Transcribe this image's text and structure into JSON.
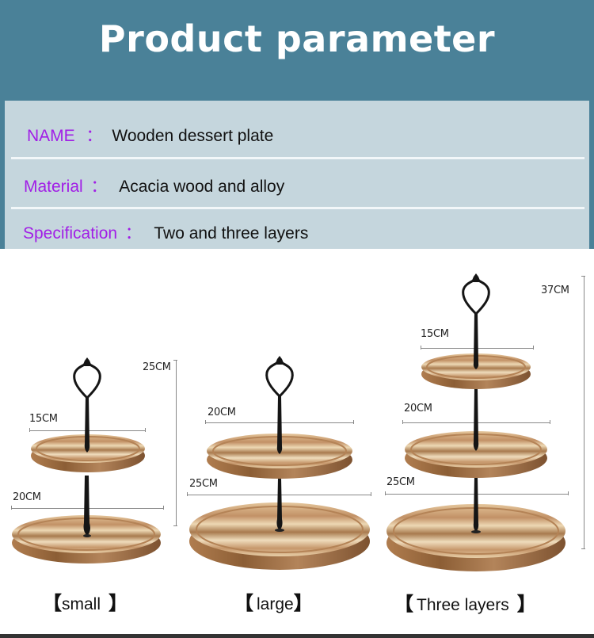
{
  "header": {
    "title": "Product parameter",
    "background": "#4a8198"
  },
  "parameters": [
    {
      "label": "NAME",
      "separator": "：",
      "value": "Wooden dessert plate"
    },
    {
      "label": "Material",
      "separator": "：",
      "value": "Acacia wood and alloy"
    },
    {
      "label": "Specification",
      "separator": "：",
      "value": "Two and three layers"
    }
  ],
  "colors": {
    "label": "#a11ee6",
    "panel": "#c5d6dd",
    "wood_light": "#e9cfa6",
    "wood_dark": "#9a6a3e",
    "metal": "#111111"
  },
  "products": [
    {
      "name": "small",
      "caption_open": "【",
      "caption_text": "small",
      "caption_close": "】",
      "height_label": "25CM",
      "tiers": [
        {
          "diameter": "15CM"
        },
        {
          "diameter": "20CM"
        }
      ]
    },
    {
      "name": "large",
      "caption_open": "【",
      "caption_text": "large",
      "caption_close": "】",
      "tiers": [
        {
          "diameter": "20CM"
        },
        {
          "diameter": "25CM"
        }
      ]
    },
    {
      "name": "three-layers",
      "caption_open": "【",
      "caption_text": "Three layers",
      "caption_close": "】",
      "height_label": "37CM",
      "tiers": [
        {
          "diameter": "15CM"
        },
        {
          "diameter": "20CM"
        },
        {
          "diameter": "25CM"
        }
      ]
    }
  ]
}
